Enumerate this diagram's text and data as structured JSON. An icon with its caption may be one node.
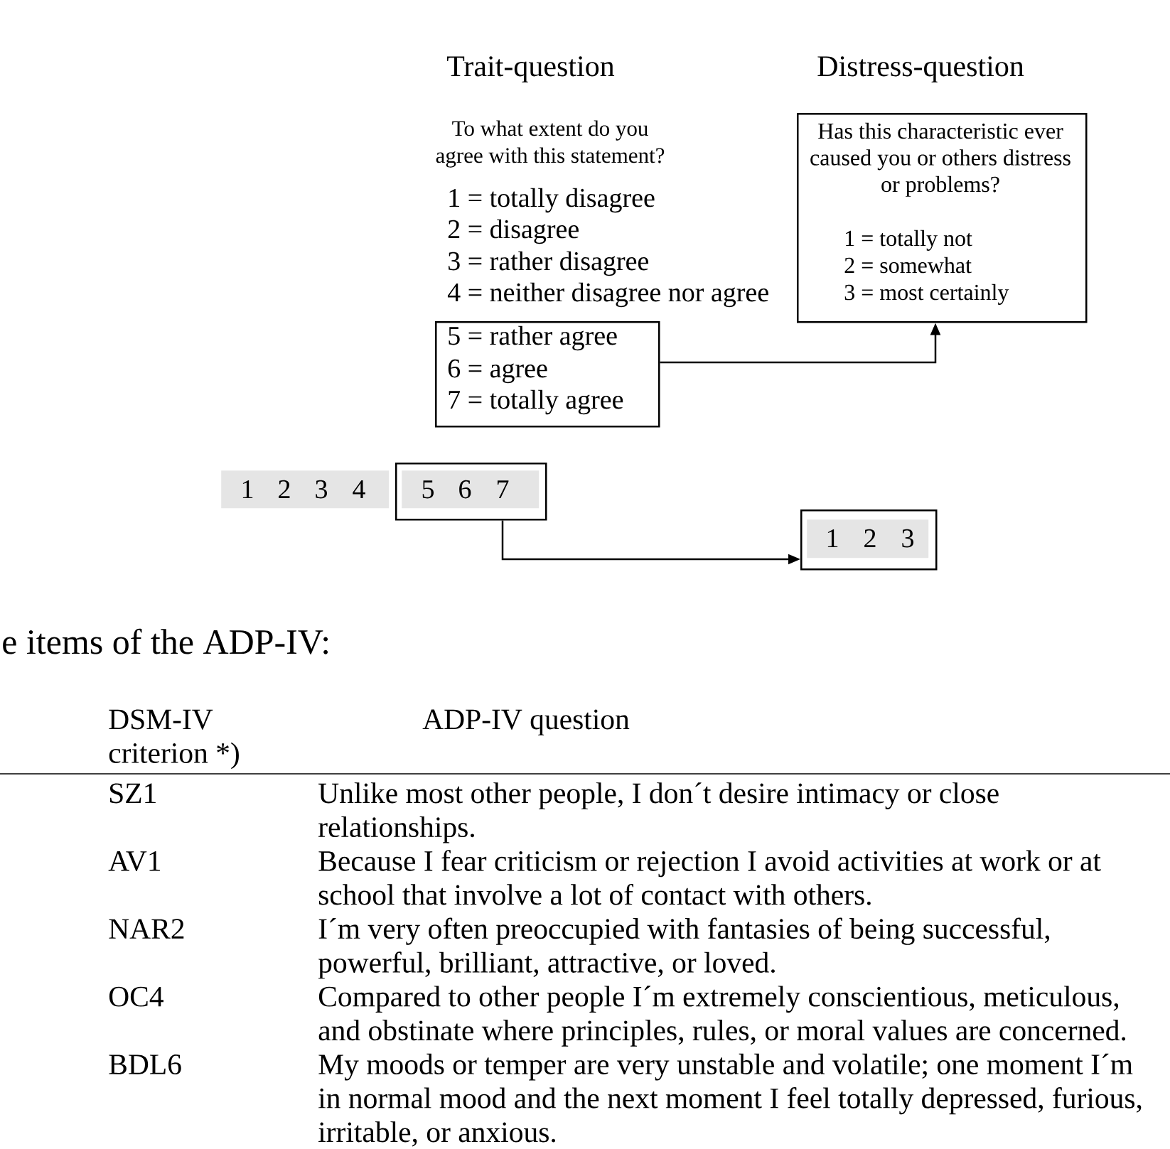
{
  "diagram": {
    "nodes": [
      {
        "text": [
          "5 = rather agree",
          "6 = agree",
          "7 = totally agree"
        ]
      },
      {
        "text": [
          "Has this characteristic ever caused you or others distress or problems?",
          "1 = totally not",
          "2 = somewhat",
          "3 = most certainly"
        ]
      },
      {
        "text": [
          "1",
          "2",
          "3",
          "4"
        ]
      },
      {
        "text": [],
        "shape": "box"
      },
      {
        "text": [
          "5",
          "6",
          "7"
        ],
        "in": 3
      },
      {
        "text": [],
        "shape": "box"
      },
      {
        "text": [
          "1",
          "2",
          "3"
        ],
        "in": 5
      }
    ],
    "edges": [
      {
        "from": 0,
        "to": 1,
        "arrow": "to"
      },
      {
        "from": 3,
        "to": 5,
        "arrow": "to"
      }
    ],
    "labels": [
      "Trait-question",
      "Distress-question",
      "To what extent do you agree with this statement?",
      "1 = totally disagree",
      "2 = disagree",
      "3 = rather disagree",
      "4 = neither disagree nor agree",
      "e items of the ADP-IV:",
      "DSM-IV criterion *)",
      "ADP-IV question",
      "SZ1",
      "Unlike most other people, I don´t desire intimacy or close relationships.",
      "AV1",
      "Because I fear criticism or rejection I avoid activities at work or at school that involve a lot of contact with others.",
      "NAR2",
      "I´m very often preoccupied with fantasies of being successful, powerful, brilliant, attractive, or loved.",
      "OC4",
      "Compared to other people I´m extremely conscientious, meticulous, and obstinate where principles, rules, or moral values are concerned.",
      "BDL6",
      "My moods or temper are very unstable and volatile; one moment I´m in normal mood and the next moment I feel totally depressed, furious, irritable, or anxious."
    ]
  }
}
